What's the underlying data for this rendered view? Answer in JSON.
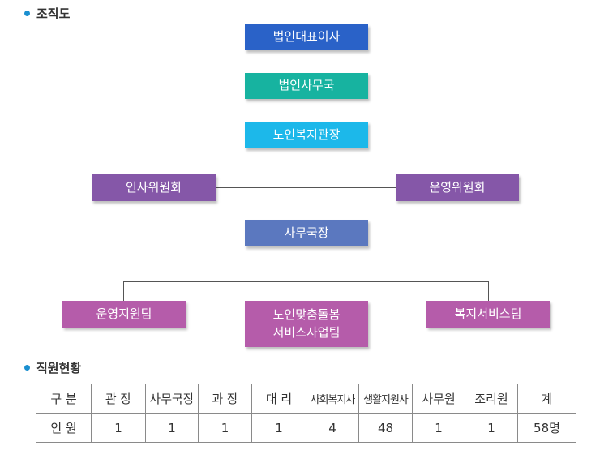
{
  "org_section_title": "조직도",
  "staff_section_title": "직원현황",
  "org": {
    "representative": "법인대표이사",
    "secretariat": "법인사무국",
    "director": "노인복지관장",
    "personnel_committee": "인사위원회",
    "operation_committee": "운영위원회",
    "office_manager": "사무국장",
    "team_operation_support": "운영지원팀",
    "team_custom_care_line1": "노인맞춤돌봄",
    "team_custom_care_line2": "서비스사업팀",
    "team_welfare_service": "복지서비스팀"
  },
  "colors": {
    "representative": "#2a62c8",
    "secretariat": "#17b3a0",
    "director": "#1cb8ea",
    "committee": "#8557a8",
    "office_manager": "#5b78bf",
    "team": "#b55caa"
  },
  "staff_table": {
    "headers": [
      "구 분",
      "관 장",
      "사무국장",
      "과 장",
      "대 리",
      "사회복지사",
      "생활지원사",
      "사무원",
      "조리원",
      "계"
    ],
    "row": [
      "인 원",
      "1",
      "1",
      "1",
      "1",
      "4",
      "48",
      "1",
      "1",
      "58명"
    ]
  }
}
